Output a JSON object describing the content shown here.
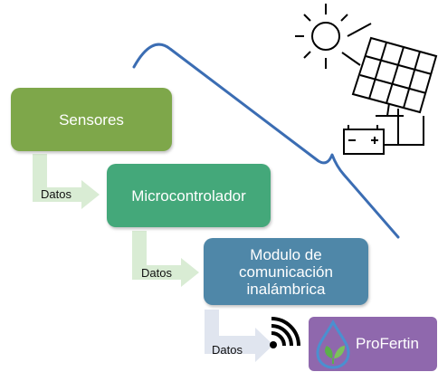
{
  "colors": {
    "sensores": "#7ea74a",
    "microcontrolador": "#44a87a",
    "modulo": "#4f87a8",
    "arrow": "#d9ecd4",
    "arrow_last": "#e0e5ef",
    "brace": "#3b6db3",
    "brand": "#8f68ad"
  },
  "icons": [
    "sun-icon",
    "solar-panel-icon",
    "battery-icon",
    "wifi-signal-icon",
    "water-drop-leaf-logo"
  ],
  "blocks": {
    "sensores": "Sensores",
    "microcontrolador": "Microcontrolador",
    "modulo": "Modulo de\ncomunicación\ninalámbrica"
  },
  "arrows": {
    "datos_1": "Datos",
    "datos_2": "Datos",
    "datos_3": "Datos"
  },
  "brand": {
    "name": "ProFertin"
  }
}
